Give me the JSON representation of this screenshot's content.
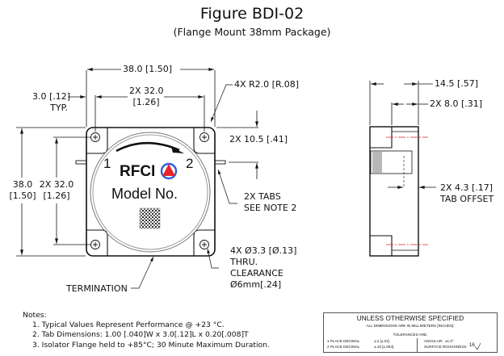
{
  "figure": {
    "title": "Figure BDI-02",
    "subtitle": "(Flange Mount 38mm Package)"
  },
  "top_view": {
    "overall_width": "38.0 [1.50]",
    "hole_spacing_x_line1": "2X 32.0",
    "hole_spacing_x_line2": "[1.26]",
    "edge_offset_line1": "3.0 [.12]",
    "edge_offset_line2": "TYP.",
    "corner_radius": "4X R2.0 [R.08]",
    "tab_position": "2X 10.5 [.41]",
    "tabs_note_line1": "2X TABS",
    "tabs_note_line2": "SEE NOTE 2",
    "overall_height_line1": "38.0",
    "overall_height_line2": "[1.50]",
    "hole_spacing_y_line1": "2X 32.0",
    "hole_spacing_y_line2": "[1.26]",
    "holes_line1": "4X Ø3.3 [Ø.13]",
    "holes_line2": "THRU.",
    "holes_line3": "CLEARANCE",
    "holes_line4": "Ø6mm[.24]",
    "termination": "TERMINATION",
    "label": {
      "port_1": "1",
      "port_2": "2",
      "brand": "RFCI",
      "model": "Model No.",
      "logo_colors": {
        "triangle": "#e8262a",
        "arrows": "#2f5fd8"
      }
    }
  },
  "side_view": {
    "overall_thickness": "14.5 [.57]",
    "step": "2X 8.0 [.31]",
    "tab_offset_line1": "2X 4.3 [.17]",
    "tab_offset_line2": "TAB OFFSET",
    "centerline_color": "#e02020"
  },
  "notes": {
    "heading": "Notes:",
    "items": [
      "1. Typical Values Represent Performance @ +23 °C.",
      "2. Tab Dimensions: 1.00 [.040]W x 3.0[.12]L x 0.20[.008]T",
      "3. Isolator Flange held to +85°C; 30 Minute Maximum Duration."
    ]
  },
  "tolerance_block": {
    "title": "UNLESS OTHERWISE SPECIFIED",
    "subtitle": "ALL DIMENSIONS ARE IN MILLIMETERS [INCHES]:",
    "header": "TOLERANCES ARE:",
    "one_place": "1 PLACE DECIMAL",
    "one_place_tol": "±.2   [±.01]",
    "two_place": "2 PLACE DECIMAL",
    "two_place_tol": "±.10 [±.004]",
    "angular_label": "ANGULAR:",
    "angular_value": "±1.0°",
    "roughness_label": "SURFACE ROUGHNESS",
    "roughness_value": "16"
  }
}
